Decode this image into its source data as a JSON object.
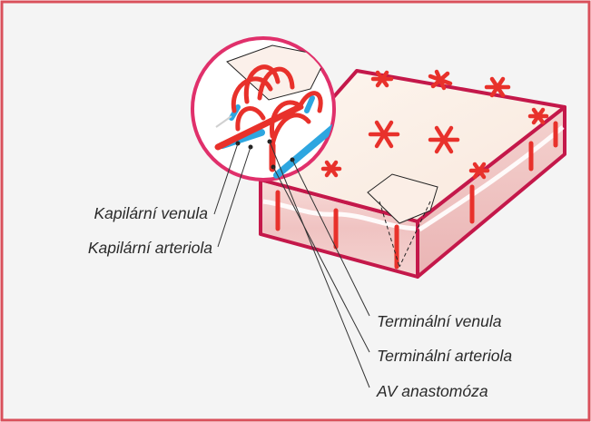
{
  "labels": {
    "capillary_venule": "Kapilární venula",
    "capillary_arteriole": "Kapilární arteriola",
    "terminal_venule": "Terminální venula",
    "terminal_arteriole": "Terminální arteriola",
    "av_anastomosis": "AV anastomóza"
  },
  "colors": {
    "frame_border": "#d9505b",
    "background": "#f3f3f3",
    "artery_red": "#e8312b",
    "vein_blue": "#2ea6e0",
    "skin_top": "#fcf2ea",
    "skin_side": "#f2c9c7",
    "block_border": "#c4184a",
    "leader_line": "#333333"
  }
}
